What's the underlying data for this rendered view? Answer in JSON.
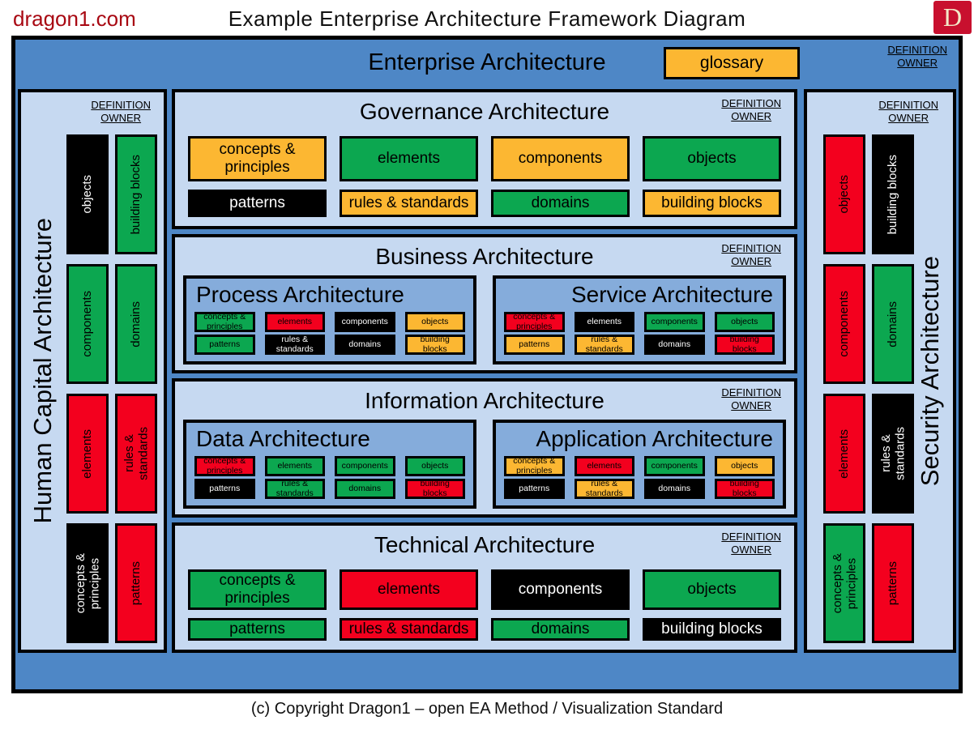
{
  "header": {
    "brand": "dragon1.com",
    "title": "Example Enterprise Architecture Framework Diagram",
    "logo_letter": "D"
  },
  "palette": {
    "frame_blue": "#4e87c6",
    "panel_blue": "#c6d9f1",
    "subpanel_blue": "#85acdb",
    "green": "#0ca750",
    "orange": "#fcb732",
    "red": "#f3001e",
    "black": "#000000",
    "brand_red": "#a80812",
    "logo_red": "#c8102e"
  },
  "definition_owner": {
    "line1": "DEFINITION",
    "line2": "OWNER"
  },
  "enterprise": {
    "title": "Enterprise Architecture",
    "glossary_label": "glossary"
  },
  "sidebars": {
    "left": {
      "title": "Human Capital Architecture",
      "boxes": [
        {
          "label": "objects",
          "color": "black"
        },
        {
          "label": "building blocks",
          "color": "green"
        },
        {
          "label": "components",
          "color": "green"
        },
        {
          "label": "domains",
          "color": "green"
        },
        {
          "label": "elements",
          "color": "red"
        },
        {
          "label": "rules &\nstandards",
          "color": "red"
        },
        {
          "label": "concepts &\nprinciples",
          "color": "black"
        },
        {
          "label": "patterns",
          "color": "red"
        }
      ]
    },
    "right": {
      "title": "Security Architecture",
      "boxes": [
        {
          "label": "objects",
          "color": "red"
        },
        {
          "label": "building blocks",
          "color": "black"
        },
        {
          "label": "components",
          "color": "red"
        },
        {
          "label": "domains",
          "color": "green"
        },
        {
          "label": "elements",
          "color": "red"
        },
        {
          "label": "rules &\nstandards",
          "color": "black"
        },
        {
          "label": "concepts &\nprinciples",
          "color": "green"
        },
        {
          "label": "patterns",
          "color": "red"
        }
      ]
    }
  },
  "sections": [
    {
      "title": "Governance Architecture",
      "boxes": [
        {
          "label": "concepts &\nprinciples",
          "color": "orange"
        },
        {
          "label": "elements",
          "color": "green"
        },
        {
          "label": "components",
          "color": "orange"
        },
        {
          "label": "objects",
          "color": "green"
        },
        {
          "label": "patterns",
          "color": "black"
        },
        {
          "label": "rules & standards",
          "color": "orange"
        },
        {
          "label": "domains",
          "color": "green"
        },
        {
          "label": "building blocks",
          "color": "orange"
        }
      ]
    },
    {
      "title": "Business Architecture",
      "subs": [
        {
          "title": "Process Architecture",
          "boxes": [
            {
              "label": "concepts &\nprinciples",
              "color": "green"
            },
            {
              "label": "elements",
              "color": "red"
            },
            {
              "label": "components",
              "color": "black"
            },
            {
              "label": "objects",
              "color": "orange"
            },
            {
              "label": "patterns",
              "color": "green"
            },
            {
              "label": "rules &\nstandards",
              "color": "black"
            },
            {
              "label": "domains",
              "color": "black"
            },
            {
              "label": "building\nblocks",
              "color": "orange"
            }
          ]
        },
        {
          "title": "Service Architecture",
          "boxes": [
            {
              "label": "concepts &\nprinciples",
              "color": "red"
            },
            {
              "label": "elements",
              "color": "black"
            },
            {
              "label": "components",
              "color": "green"
            },
            {
              "label": "objects",
              "color": "green"
            },
            {
              "label": "patterns",
              "color": "orange"
            },
            {
              "label": "rules &\nstandards",
              "color": "orange"
            },
            {
              "label": "domains",
              "color": "black"
            },
            {
              "label": "building\nblocks",
              "color": "red"
            }
          ]
        }
      ]
    },
    {
      "title": "Information Architecture",
      "subs": [
        {
          "title": "Data Architecture",
          "boxes": [
            {
              "label": "concepts &\nprinciples",
              "color": "red"
            },
            {
              "label": "elements",
              "color": "green"
            },
            {
              "label": "components",
              "color": "green"
            },
            {
              "label": "objects",
              "color": "green"
            },
            {
              "label": "patterns",
              "color": "black"
            },
            {
              "label": "rules &\nstandards",
              "color": "green"
            },
            {
              "label": "domains",
              "color": "green"
            },
            {
              "label": "building\nblocks",
              "color": "red"
            }
          ]
        },
        {
          "title": "Application Architecture",
          "boxes": [
            {
              "label": "concepts &\nprinciples",
              "color": "orange"
            },
            {
              "label": "elements",
              "color": "red"
            },
            {
              "label": "components",
              "color": "green"
            },
            {
              "label": "objects",
              "color": "orange"
            },
            {
              "label": "patterns",
              "color": "black"
            },
            {
              "label": "rules &\nstandards",
              "color": "orange"
            },
            {
              "label": "domains",
              "color": "black"
            },
            {
              "label": "building\nblocks",
              "color": "red"
            }
          ]
        }
      ]
    },
    {
      "title": "Technical Architecture",
      "boxes": [
        {
          "label": "concepts &\nprinciples",
          "color": "green"
        },
        {
          "label": "elements",
          "color": "red"
        },
        {
          "label": "components",
          "color": "black"
        },
        {
          "label": "objects",
          "color": "green"
        },
        {
          "label": "patterns",
          "color": "green"
        },
        {
          "label": "rules & standards",
          "color": "red"
        },
        {
          "label": "domains",
          "color": "green"
        },
        {
          "label": "building blocks",
          "color": "black"
        }
      ]
    }
  ],
  "footer": {
    "copyright": "(c) Copyright Dragon1 – open EA Method / Visualization Standard"
  }
}
